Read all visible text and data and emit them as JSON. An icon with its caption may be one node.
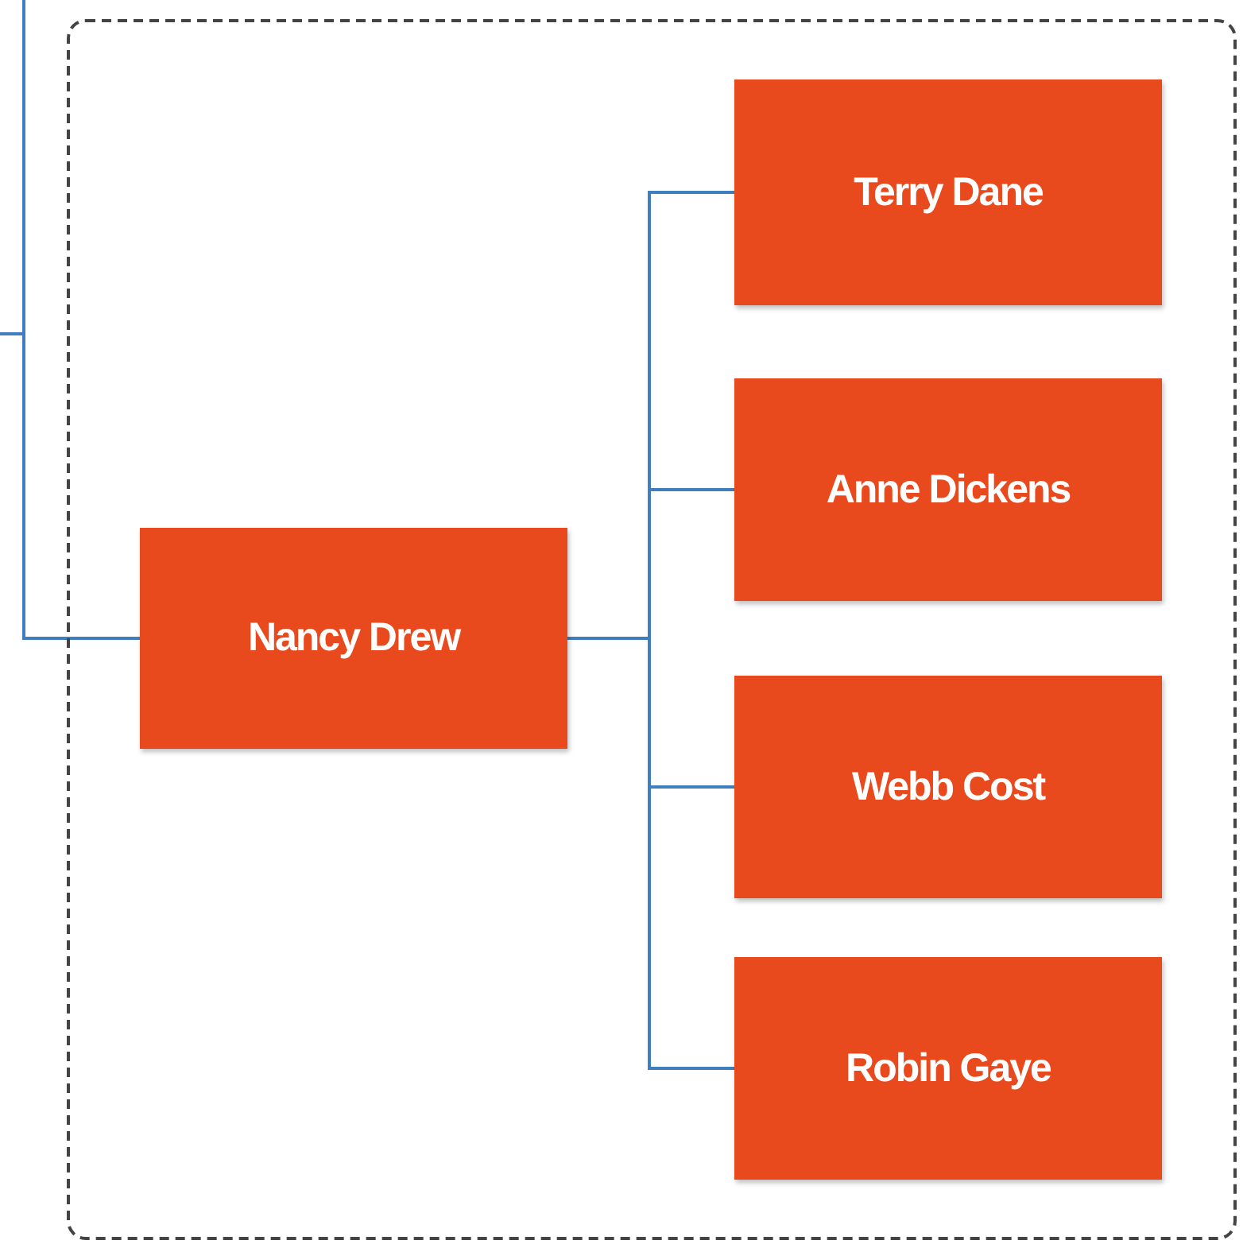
{
  "diagram": {
    "nodes": [
      {
        "text": [],
        "shape": "box"
      },
      {
        "text": [
          "Nancy Drew"
        ],
        "in": 0
      },
      {
        "text": [
          "Terry Dane"
        ],
        "in": 0
      },
      {
        "text": [
          "Anne Dickens"
        ],
        "in": 0
      },
      {
        "text": [
          "Webb Cost"
        ],
        "in": 0
      },
      {
        "text": [
          "Robin Gaye"
        ],
        "in": 0
      }
    ],
    "edges": [
      {
        "from": null,
        "to": 1,
        "arrow": "none"
      },
      {
        "from": 1,
        "to": 2,
        "arrow": "none"
      },
      {
        "from": 1,
        "to": 3,
        "arrow": "none"
      },
      {
        "from": 1,
        "to": 4,
        "arrow": "none"
      },
      {
        "from": 1,
        "to": 5,
        "arrow": "none"
      }
    ]
  }
}
